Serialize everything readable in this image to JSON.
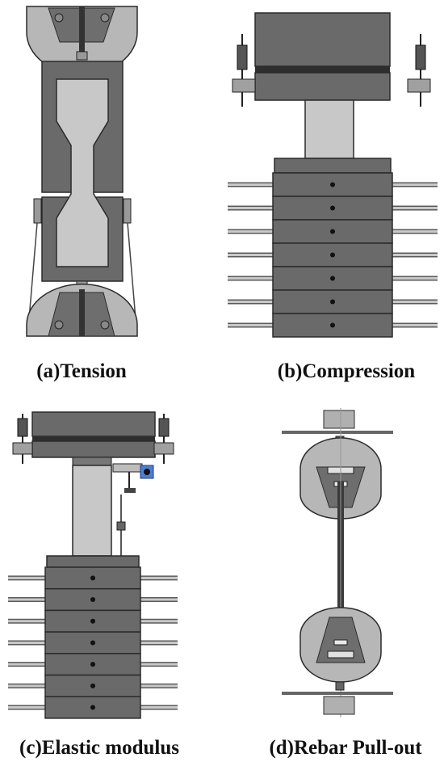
{
  "panels": [
    {
      "id": "a",
      "caption": "(a)Tension"
    },
    {
      "id": "b",
      "caption": "(b)Compression"
    },
    {
      "id": "c",
      "caption": "(c)Elastic modulus"
    },
    {
      "id": "d",
      "caption": "(d)Rebar Pull-out"
    }
  ],
  "colors": {
    "steel_dark": "#595959",
    "steel_mid": "#6e6e6e",
    "steel_light": "#a8a8a8",
    "specimen": "#c8c8c8",
    "outline": "#2b2b2b",
    "gauge_blue": "#4f7fd1"
  }
}
